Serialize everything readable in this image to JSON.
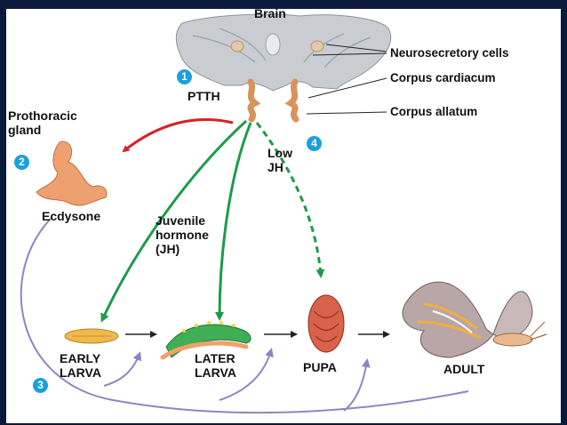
{
  "labels": {
    "brain": "Brain",
    "neurosecretory": "Neurosecretory cells",
    "corpus_cardiacum": "Corpus cardiacum",
    "corpus_allatum": "Corpus allatum",
    "ptth": "PTTH",
    "prothoracic": "Prothoracic\ngland",
    "ecdysone": "Ecdysone",
    "juvenile_hormone": "Juvenile\nhormone\n(JH)",
    "low_jh": "Low\nJH",
    "early_larva": "EARLY\nLARVA",
    "later_larva": "LATER\nLARVA",
    "pupa": "PUPA",
    "adult": "ADULT"
  },
  "steps": {
    "s1": "1",
    "s2": "2",
    "s3": "3",
    "s4": "4"
  },
  "colors": {
    "frame": "#0b1a3a",
    "ptth_arrow": "#d8202a",
    "jh_arrow": "#1e9a4a",
    "ecdysone_arrow": "#8a86c4",
    "step_circle": "#1aa0dc",
    "gland": "#eea070"
  }
}
